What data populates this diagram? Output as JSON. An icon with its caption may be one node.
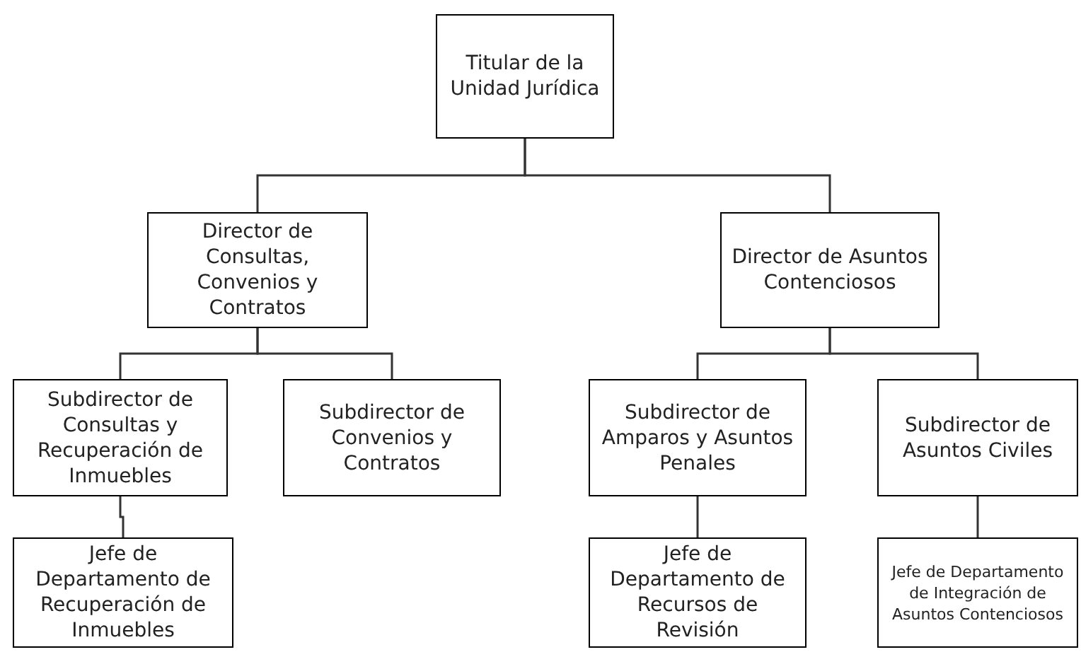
{
  "diagram": {
    "nodes": [
      {
        "text": [
          "Titular de la Unidad Jurídica"
        ]
      },
      {
        "text": [
          "Director de Consultas, Convenios y Contratos"
        ]
      },
      {
        "text": [
          "Subdirector de Consultas y Recuperación de Inmuebles"
        ]
      },
      {
        "text": [
          "Jefe de Departamento de Recuperación de Inmuebles"
        ]
      },
      {
        "text": [
          "Subdirector de Convenios y Contratos"
        ]
      },
      {
        "text": [
          "Director de Asuntos Contenciosos"
        ]
      },
      {
        "text": [
          "Subdirector de Amparos y Asuntos Penales"
        ]
      },
      {
        "text": [
          "Jefe de Departamento de Recursos de Revisión"
        ]
      },
      {
        "text": [
          "Subdirector de Asuntos Civiles"
        ]
      },
      {
        "text": [
          "Jefe de Departamento de Integración de Asuntos Contenciosos"
        ]
      }
    ],
    "edges": [
      {
        "from": 0,
        "to": 1,
        "arrow": "none"
      },
      {
        "from": 0,
        "to": 5,
        "arrow": "none"
      },
      {
        "from": 1,
        "to": 2,
        "arrow": "none"
      },
      {
        "from": 1,
        "to": 4,
        "arrow": "none"
      },
      {
        "from": 2,
        "to": 3,
        "arrow": "none"
      },
      {
        "from": 5,
        "to": 6,
        "arrow": "none"
      },
      {
        "from": 5,
        "to": 8,
        "arrow": "none"
      },
      {
        "from": 6,
        "to": 7,
        "arrow": "none"
      },
      {
        "from": 8,
        "to": 9,
        "arrow": "none"
      }
    ]
  }
}
